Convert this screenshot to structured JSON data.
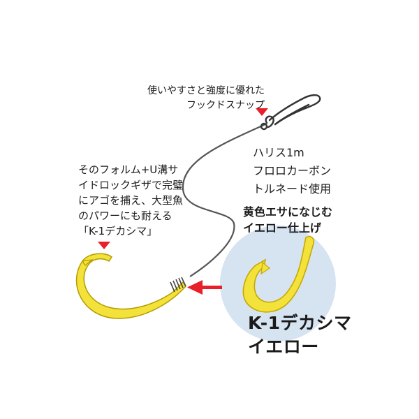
{
  "snap": {
    "label_line1": "使いやすさと強度に優れた",
    "label_line2": "フックドスナップ"
  },
  "leader": {
    "line1": "ハリス1m",
    "line2": "フロロカーボン",
    "line3": "トルネード使用"
  },
  "hook_form": {
    "line1": "そのフォルム+U溝サ",
    "line2": "イドロックギザで完璧",
    "line3": "にアゴを捕え、大型魚",
    "line4": "のパワーにも耐える",
    "line5": "「K-1デカシマ」"
  },
  "finish": {
    "line1": "黄色エサになじむ",
    "line2": "イエロー仕上げ"
  },
  "product": {
    "line1": "K-1デカシマ",
    "line2": "イエロー"
  },
  "colors": {
    "hook_yellow": "#f2e23a",
    "hook_outline": "#c9a800",
    "accent_red": "#e8202a",
    "circle_bg": "#d6e3f1",
    "wire": "#555555"
  }
}
